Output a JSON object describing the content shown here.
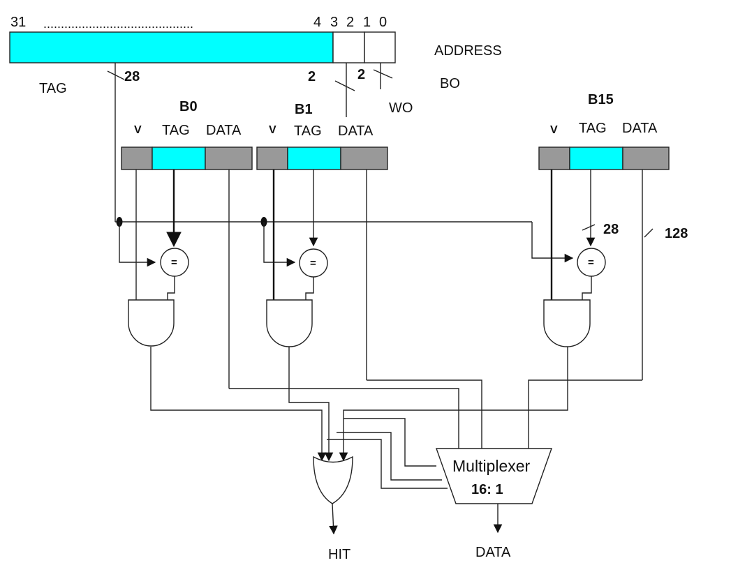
{
  "address_bits": {
    "high": "31",
    "dots": "...........................................",
    "b4": "4",
    "b3": "3",
    "b2": "2",
    "b1": "1",
    "b0": "0"
  },
  "labels": {
    "address": "ADDRESS",
    "tag": "TAG",
    "bo": "BO",
    "wo": "WO",
    "tag_width": "28",
    "bo_width": "2",
    "wo_width": "2",
    "hit": "HIT",
    "data_out": "DATA",
    "mux_name": "Multiplexer",
    "mux_ratio": "16: 1",
    "tag_width_b15": "28",
    "data_width_b15": "128",
    "eq": "="
  },
  "blocks": [
    {
      "name": "B0",
      "v": "V",
      "tag": "TAG",
      "data": "DATA"
    },
    {
      "name": "B1",
      "v": "V",
      "tag": "TAG",
      "data": "DATA"
    },
    {
      "name": "B15",
      "v": "V",
      "tag": "TAG",
      "data": "DATA"
    }
  ],
  "colors": {
    "tag_field": "#00ffff",
    "valid_data_field": "#999999",
    "line": "#222222"
  }
}
